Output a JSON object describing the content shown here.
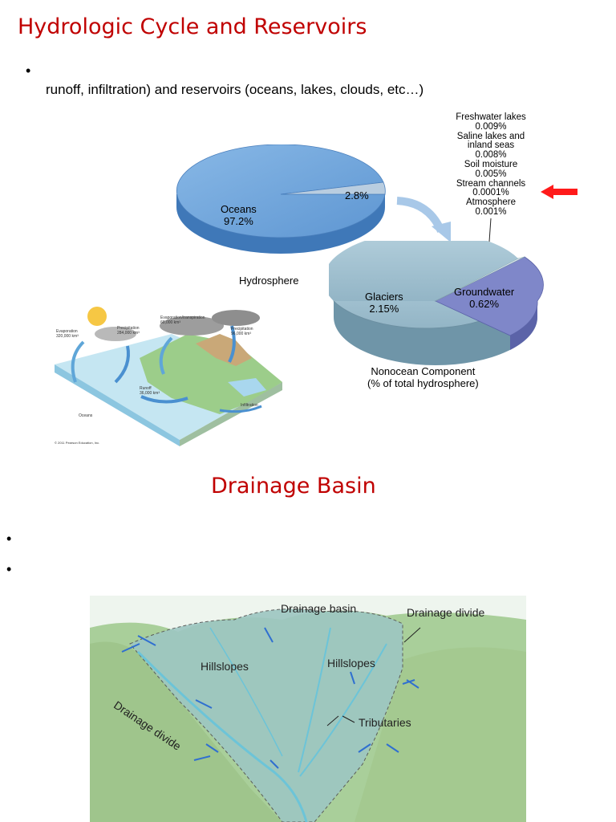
{
  "section1": {
    "title": "Hydrologic Cycle and Reservoirs",
    "bullet": "•",
    "text": "runoff, infiltration) and reservoirs (oceans, lakes, clouds, etc…)"
  },
  "hydrosphere": {
    "caption": "Hydrosphere",
    "oceans": "Oceans",
    "oceans_pct": "97.2%",
    "other_pct": "2.8%"
  },
  "reservoirs": [
    {
      "name": "Freshwater lakes",
      "pct": "0.009%"
    },
    {
      "name": "Saline lakes and",
      "name2": "inland seas",
      "pct": "0.008%"
    },
    {
      "name": "Soil moisture",
      "pct": "0.005%"
    },
    {
      "name": "Stream channels",
      "pct": "0.0001%"
    },
    {
      "name": "Atmosphere",
      "pct": "0.001%"
    }
  ],
  "nonocean": {
    "caption1": "Nonocean Component",
    "caption2": "(% of total hydrosphere)",
    "glaciers": "Glaciers",
    "glaciers_pct": "2.15%",
    "groundwater": "Groundwater",
    "groundwater_pct": "0.62%"
  },
  "cycle": {
    "evaporation": "Evaporation",
    "evaporation_val": "320,000 km³",
    "precip1": "Precipitation",
    "precip1_val": "284,000 km³",
    "evapotrans": "Evaporation/transpiration",
    "evapotrans_val": "60,000 km³",
    "precip2": "Precipitation",
    "precip2_val": "96,000 km³",
    "runoff": "Runoff",
    "runoff_val": "36,000 km³",
    "infiltration": "Infiltration",
    "oceans": "Oceans",
    "copyright": "© 2011 Pearson Education, Inc."
  },
  "section2": {
    "title": "Drainage Basin",
    "bullet1": "•",
    "bullet2": "•"
  },
  "basin": {
    "drainage_basin": "Drainage basin",
    "drainage_divide_right": "Drainage divide",
    "drainage_divide_left": "Drainage divide",
    "hillslopes_left": "Hillslopes",
    "hillslopes_right": "Hillslopes",
    "tributaries": "Tributaries"
  },
  "chart_data": {
    "type": "pie",
    "title": "Hydrosphere",
    "categories": [
      "Oceans",
      "Nonocean"
    ],
    "values": [
      97.2,
      2.8
    ],
    "sub": {
      "title": "Nonocean Component (% of total hydrosphere)",
      "categories": [
        "Glaciers",
        "Groundwater",
        "Freshwater lakes",
        "Saline lakes and inland seas",
        "Soil moisture",
        "Stream channels",
        "Atmosphere"
      ],
      "values": [
        2.15,
        0.62,
        0.009,
        0.008,
        0.005,
        0.0001,
        0.001
      ]
    },
    "colors": {
      "oceans": "#6ea4dc",
      "glaciers": "#9fbfcf",
      "groundwater": "#7d86c9"
    }
  }
}
